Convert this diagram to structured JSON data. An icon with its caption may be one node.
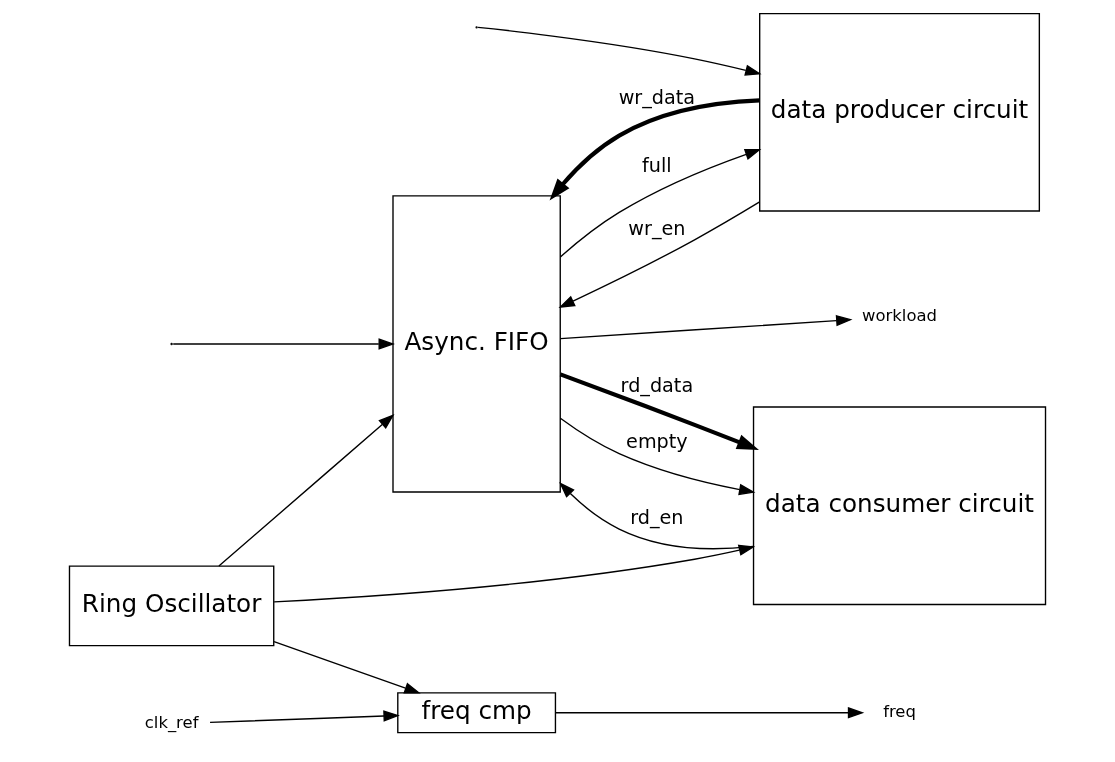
{
  "diagram": {
    "nodes": [
      {
        "text": [
          "Async. FIFO"
        ]
      },
      {
        "text": [
          "data producer circuit"
        ]
      },
      {
        "text": [
          "data consumer circuit"
        ]
      },
      {
        "text": [
          "Ring Oscillator"
        ]
      },
      {
        "text": [
          "freq cmp"
        ]
      },
      {
        "text": [
          "clk_ref"
        ]
      },
      {
        "text": [
          "workload"
        ]
      },
      {
        "text": [
          "freq"
        ]
      }
    ],
    "edges": [
      {
        "from": 1,
        "to": 0,
        "arrow": "to",
        "label": "wr_en"
      },
      {
        "from": 1,
        "to": 0,
        "arrow": "to",
        "label": "wr_data",
        "style": "thick"
      },
      {
        "from": 0,
        "to": 1,
        "arrow": "to",
        "label": "full"
      },
      {
        "from": 2,
        "to": 0,
        "arrow": "to",
        "label": "rd_en"
      },
      {
        "from": 0,
        "to": 2,
        "arrow": "to",
        "label": "rd_data",
        "style": "thick"
      },
      {
        "from": 0,
        "to": 2,
        "arrow": "to",
        "label": "empty"
      },
      {
        "from": null,
        "to": 1,
        "arrow": "to"
      },
      {
        "from": null,
        "to": 0,
        "arrow": "to"
      },
      {
        "from": 3,
        "to": 0,
        "arrow": "to"
      },
      {
        "from": 3,
        "to": 2,
        "arrow": "to"
      },
      {
        "from": 3,
        "to": 4,
        "arrow": "to"
      },
      {
        "from": 5,
        "to": 4,
        "arrow": "to"
      },
      {
        "from": 0,
        "to": 6,
        "arrow": "to"
      },
      {
        "from": 4,
        "to": 7,
        "arrow": "to"
      }
    ]
  }
}
